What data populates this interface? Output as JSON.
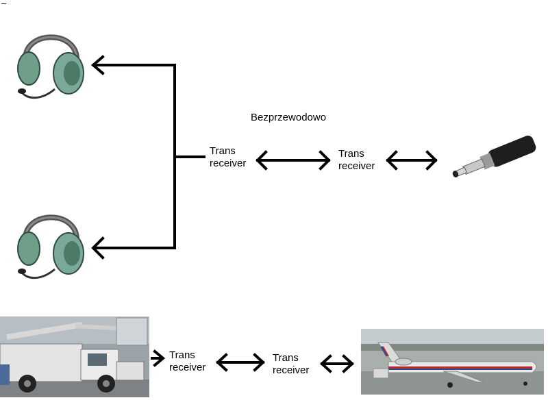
{
  "top_mark": "–",
  "wireless_label": "Bezprzewodowo",
  "transceivers": {
    "t1": {
      "line1": "Trans",
      "line2": "receiver"
    },
    "t2": {
      "line1": "Trans",
      "line2": "receiver"
    },
    "t3": {
      "line1": "Trans",
      "line2": "receiver"
    },
    "t4": {
      "line1": "Trans",
      "line2": "receiver"
    }
  },
  "images": {
    "headset_top": "headset-image",
    "headset_bottom": "headset-image",
    "jack": "audio-jack-plug-image",
    "truck": "ground-service-truck-image",
    "aircraft": "aircraft-image"
  },
  "colors": {
    "arrow": "#000000",
    "headset_green": "#6f9e8a",
    "truck_white": "#e8e8e8"
  }
}
